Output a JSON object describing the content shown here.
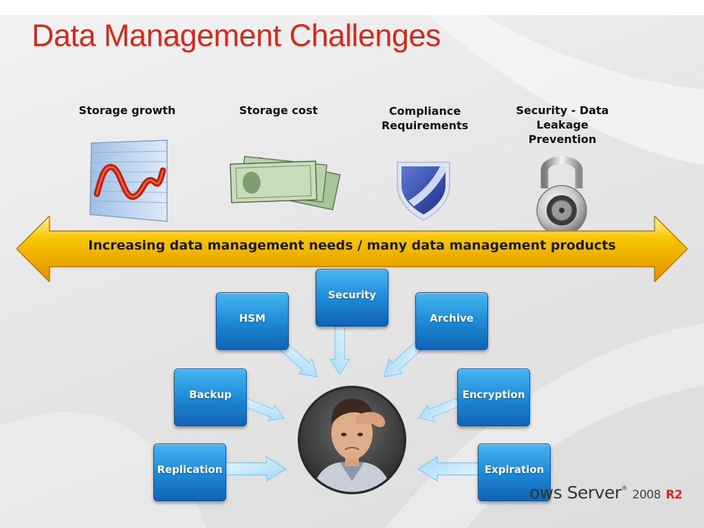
{
  "slide": {
    "title": "Data Management Challenges"
  },
  "categories": [
    {
      "label": "Storage growth",
      "icon": "growth-chart-icon"
    },
    {
      "label": "Storage cost",
      "icon": "money-bills-icon"
    },
    {
      "label": "Compliance Requirements",
      "icon": "shield-icon"
    },
    {
      "label": "Security - Data Leakage Prevention",
      "icon": "padlock-icon"
    }
  ],
  "banner": {
    "text": "Increasing data management needs / many data management products"
  },
  "products": [
    {
      "label": "Security"
    },
    {
      "label": "HSM"
    },
    {
      "label": "Archive"
    },
    {
      "label": "Backup"
    },
    {
      "label": "Encryption"
    },
    {
      "label": "Replication"
    },
    {
      "label": "Expiration"
    }
  ],
  "logo": {
    "text": "ows Server",
    "version": "2008",
    "edition": "R2",
    "mark": "®"
  },
  "colors": {
    "title": "#d42a1a",
    "box": "#1d87d4",
    "banner": "#f5b400",
    "connector": "#bfe6fb"
  }
}
